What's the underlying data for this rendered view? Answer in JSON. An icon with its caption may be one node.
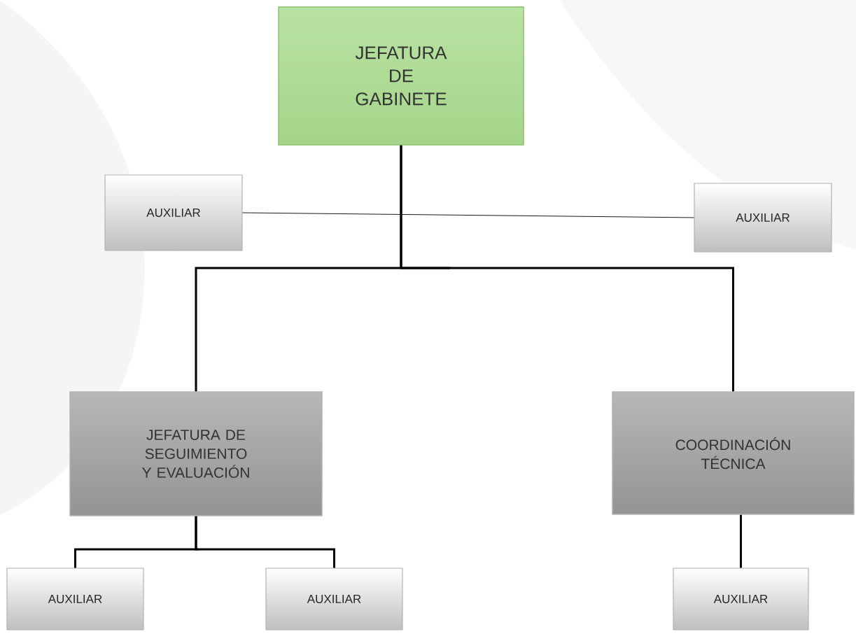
{
  "diagram": {
    "nodes": [
      {
        "text": [
          "JEFATURA DE GABINETE"
        ]
      },
      {
        "text": [
          "AUXILIAR"
        ]
      },
      {
        "text": [
          "AUXILIAR"
        ]
      },
      {
        "text": [
          "JEFATURA DE SEGUIMIENTO Y EVALUACIÓN"
        ]
      },
      {
        "text": [
          "COORDINACIÓN TÉCNICA"
        ]
      },
      {
        "text": [
          "AUXILIAR"
        ]
      },
      {
        "text": [
          "AUXILIAR"
        ]
      },
      {
        "text": [
          "AUXILIAR"
        ]
      }
    ],
    "edges": [
      {
        "from": 0,
        "to": 3,
        "arrow": "none"
      },
      {
        "from": 0,
        "to": 4,
        "arrow": "none"
      },
      {
        "from": 1,
        "to": 2,
        "arrow": "none"
      },
      {
        "from": 3,
        "to": 5,
        "arrow": "none"
      },
      {
        "from": 3,
        "to": 6,
        "arrow": "none"
      },
      {
        "from": 4,
        "to": 7,
        "arrow": "none"
      }
    ]
  }
}
